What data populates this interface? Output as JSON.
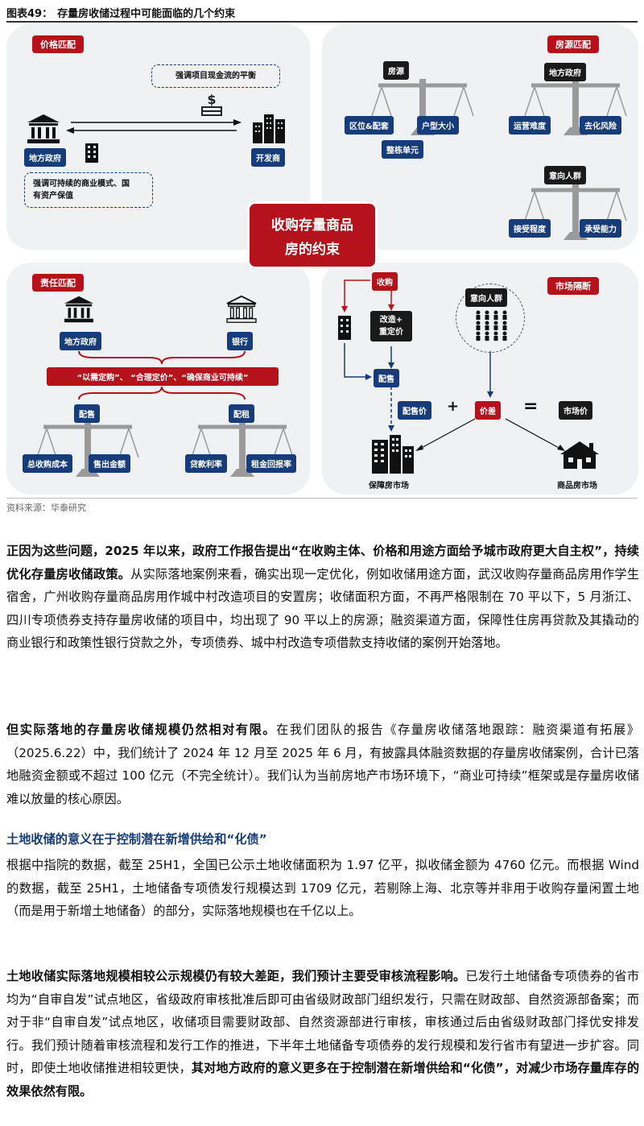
{
  "figure": {
    "number": "图表49：",
    "title": "存量房收储过程中可能面临的几个约束",
    "center": [
      "收购存量商品",
      "房的约束"
    ],
    "price": {
      "tag": "价格匹配",
      "note_top": "强调项目现金流的平衡",
      "left_label": "地方政府",
      "right_label": "开发商",
      "note_bottom": [
        "强调可持续的商业模式、国",
        "有资产保值"
      ]
    },
    "housing": {
      "tag": "房源匹配",
      "scale1": {
        "top": "房源",
        "left": "区位&配套",
        "right": "户型大小",
        "bottom": "整栋单元"
      },
      "scale2": {
        "top": "地方政府",
        "left": "运营难度",
        "right": "去化风险"
      },
      "scale3": {
        "top": "意向人群",
        "left": "接受程度",
        "right": "承受能力"
      }
    },
    "responsibility": {
      "tag": "责任匹配",
      "left_label": "地方政府",
      "right_label": "银行",
      "principles": "“以需定购”、 “合理定价”、“确保商业可持续”",
      "scale_left": {
        "top": "配售",
        "left": "总收购成本",
        "right": "售出金额"
      },
      "scale_right": {
        "top": "配租",
        "left": "贷款利率",
        "right": "租金回报率"
      }
    },
    "market": {
      "tag": "市场隔断",
      "acquire": "收购",
      "renovate": [
        "改造+",
        "重定价"
      ],
      "allot": "配售",
      "crowd": "意向人群",
      "allot_price": "配售价",
      "plus": "+",
      "spread": "价差",
      "equals": "=",
      "market_price": "市场价",
      "left_market": "保障房市场",
      "right_market": "商品房市场"
    },
    "source": "资料来源：华泰研究"
  },
  "paragraphs": {
    "p1": {
      "lead": "正因为这些问题，",
      "bold1": "2025 年以来，政府工作报告提出“在收购主体、价格和用途方面给予城市政府更大自主权”，持续优化存量房收储政策。",
      "rest": "从实际落地案例来看，确实出现一定优化，例如收储用途方面，武汉收购存量商品房用作学生宿舍，广州收购存量商品房用作城中村改造项目的安置房；收储面积方面，不再严格限制在 70 平以下，5 月浙江、四川专项债券支持存量房收储的项目中，均出现了 90 平以上的房源；融资渠道方面，保障性住房再贷款及其撬动的商业银行和政策性银行贷款之外，专项债券、城中村改造专项借款支持收储的案例开始落地。"
    },
    "p2": {
      "bold": "但实际落地的存量房收储规模仍然相对有限。",
      "rest": "在我们团队的报告《存量房收储落地跟踪：融资渠道有拓展》（2025.6.22）中，我们统计了 2024 年 12 月至 2025 年 6 月，有披露具体融资数据的存量房收储案例，合计已落地融资金额或不超过 100 亿元（不完全统计）。我们认为当前房地产市场环境下，“商业可持续”框架或是存量房收储难以放量的核心原因。"
    },
    "heading": "土地收储的意义在于控制潜在新增供给和“化债”",
    "p3": "根据中指院的数据，截至 25H1，全国已公示土地收储面积为 1.97 亿平，拟收储金额为 4760 亿元。而根据 Wind 的数据，截至 25H1，土地储备专项债发行规模达到 1709 亿元，若剔除上海、北京等并非用于收购存量闲置土地（而是用于新增土地储备）的部分，实际落地规模也在千亿以上。",
    "p4": {
      "bold1": "土地收储实际落地规模相较公示规模仍有较大差距，我们预计主要受审核流程影响。",
      "rest": "已发行土地储备专项债券的省市均为“自审自发”试点地区，省级政府审核批准后即可由省级财政部门组织发行，只需在财政部、自然资源部备案；而对于非“自审自发”试点地区，收储项目需要财政部、自然资源部进行审核，审核通过后由省级财政部门择优安排发行。我们预计随着审核流程和发行工作的推进，下半年土地储备专项债券的发行规模和发行省市有望进一步扩容。同时，即使土地收储推进相较更快，",
      "bold2": "其对地方政府的意义更多在于控制潜在新增供给和“化债”，对减少市场存量库存的效果依然有限。"
    }
  },
  "colors": {
    "red": "#b5121b",
    "navy": "#163c7a",
    "panel": "#f0f1f2"
  }
}
